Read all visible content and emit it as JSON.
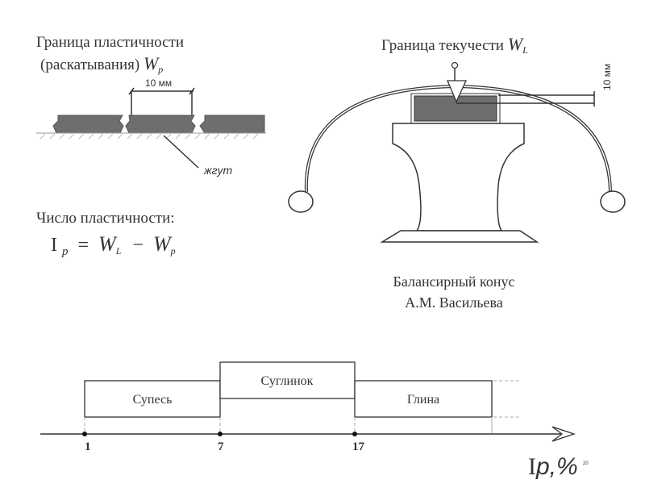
{
  "plastic_limit": {
    "title_line1": "Граница пластичности",
    "title_line2": "(раскатывания)",
    "symbol": "W",
    "subscript": "p",
    "dimension": "10 мм",
    "rope_label": "жгут"
  },
  "plasticity_index": {
    "title": "Число пластичности:",
    "formula_I": "I",
    "formula_p": "p",
    "eq": "=",
    "W": "W",
    "L": "L",
    "minus": "−",
    "p": "p"
  },
  "liquid_limit": {
    "title": "Граница текучести",
    "symbol": "W",
    "subscript": "L",
    "dimension": "10 мм",
    "caption_line1": "Балансирный конус",
    "caption_line2": "А.М. Васильева"
  },
  "scale": {
    "soils": [
      {
        "name": "Супесь",
        "from": 1,
        "to": 7
      },
      {
        "name": "Суглинок",
        "from": 7,
        "to": 17
      },
      {
        "name": "Глина",
        "from": 17,
        "to": null
      }
    ],
    "ticks": [
      "1",
      "7",
      "17"
    ],
    "axis_label_I": "I",
    "axis_label_rest": "p,%",
    "page_number": "20"
  },
  "colors": {
    "sample_fill": "#6e6e6e",
    "line": "#333333"
  }
}
